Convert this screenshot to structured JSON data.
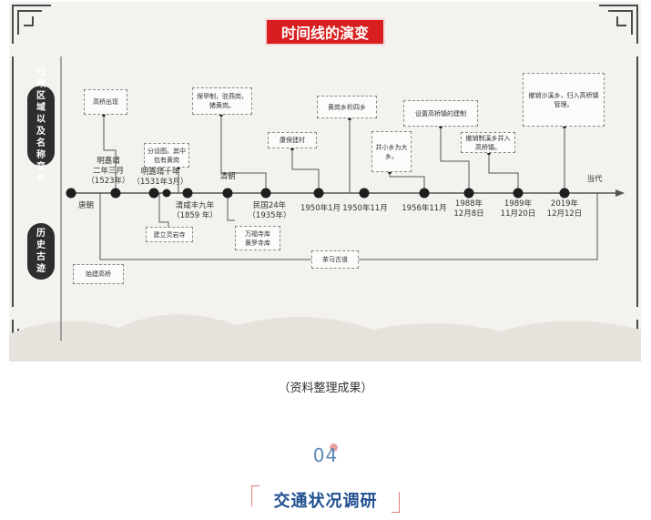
{
  "figure": {
    "title": "时间线的演变",
    "categories": {
      "admin": "行政区域以及名称变化",
      "heritage": "历史古迹"
    },
    "axis_end_label": "当代",
    "dates": [
      {
        "id": "tang",
        "text": "唐朝"
      },
      {
        "id": "jiajing2",
        "text": "明嘉靖\n二年三月\n（1523年）"
      },
      {
        "id": "jiajing10",
        "text": "明嘉靖十年\n（1531年3月）"
      },
      {
        "id": "xianfeng",
        "text": "清咸丰九年\n（1859 年）"
      },
      {
        "id": "qing",
        "text": "清朝"
      },
      {
        "id": "minguo",
        "text": "民国24年\n（1935年）"
      },
      {
        "id": "d1950a",
        "text": "1950年1月"
      },
      {
        "id": "d1950b",
        "text": "1950年11月"
      },
      {
        "id": "d1956",
        "text": "1956年11月"
      },
      {
        "id": "d1988",
        "text": "1988年\n12月8日"
      },
      {
        "id": "d1989",
        "text": "1989年\n11月20日"
      },
      {
        "id": "d2019",
        "text": "2019年\n12月12日"
      }
    ],
    "admin_events": [
      {
        "id": "e1",
        "text": "高桥出现"
      },
      {
        "id": "e2",
        "text": "分设图。其中包有黄岗"
      },
      {
        "id": "e3",
        "text": "保甲制，驻燕岗，猪黄岗。"
      },
      {
        "id": "e4",
        "text": "康保建村"
      },
      {
        "id": "e5",
        "text": "黄岗乡析四乡"
      },
      {
        "id": "e6",
        "text": "并小乡为大乡。"
      },
      {
        "id": "e7",
        "text": "设置高桥镇的建制"
      },
      {
        "id": "e8",
        "text": "撤销制溪乡并入高桥镇。"
      },
      {
        "id": "e9",
        "text": "撤销沙溪乡，归入高桥镇管理。"
      }
    ],
    "heritage_events": [
      {
        "id": "h1",
        "text": "建立灵岩寺"
      },
      {
        "id": "h2",
        "text": "万福寺库\n黄罗寺库"
      },
      {
        "id": "h3",
        "text": "始建高桥"
      },
      {
        "id": "h4",
        "text": "茶马古道"
      }
    ]
  },
  "caption": "（资料整理成果）",
  "section": {
    "number": "04",
    "title": "交通状况调研"
  }
}
